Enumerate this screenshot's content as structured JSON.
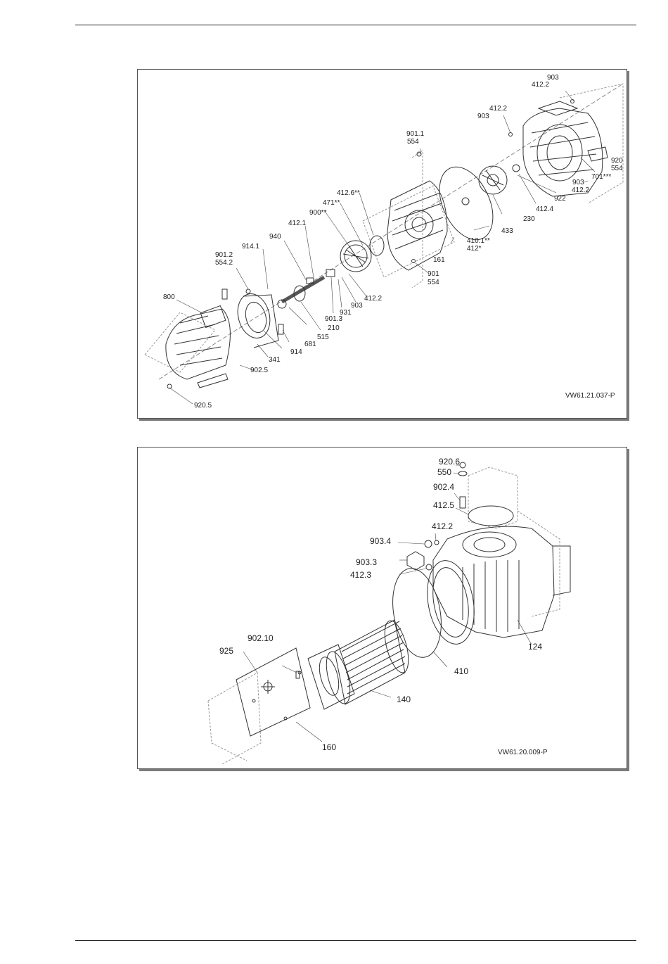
{
  "diagram_top": {
    "ref": "VW61.21.037-P",
    "labels": {
      "l903a": "903",
      "l4122a": "412.2",
      "l4122b": "412.2",
      "l903b": "903",
      "l9011": "901.1",
      "l554a": "554",
      "l920": "920",
      "l554b": "554",
      "l701": "701***",
      "l4122c": "412.2",
      "l903c": "903",
      "l922": "922",
      "l4124": "412.4",
      "l230": "230",
      "l433": "433",
      "l4101": "410.1**",
      "l412s": "412*",
      "l4126": "412.6**",
      "l471": "471**",
      "l900": "900**",
      "l4121": "412.1",
      "l940": "940",
      "l9141": "914.1",
      "l9012": "901.2",
      "l5542": "554.2",
      "l800": "800",
      "l161": "161",
      "l901": "901",
      "l554c": "554",
      "l4122d": "412.2",
      "l903d": "903",
      "l931": "931",
      "l9013": "901.3",
      "l210": "210",
      "l515": "515",
      "l681": "681",
      "l914": "914",
      "l341": "341",
      "l9025": "902.5",
      "l9205": "920.5"
    }
  },
  "diagram_bottom": {
    "ref": "VW61.20.009-P",
    "labels": {
      "l9206": "920.6",
      "l550": "550",
      "l9024": "902.4",
      "l4125": "412.5",
      "l4122": "412.2",
      "l9034": "903.4",
      "l9033": "903.3",
      "l4123": "412.3",
      "l124": "124",
      "l410": "410",
      "l90210": "902.10",
      "l925": "925",
      "l140": "140",
      "l160": "160"
    }
  }
}
